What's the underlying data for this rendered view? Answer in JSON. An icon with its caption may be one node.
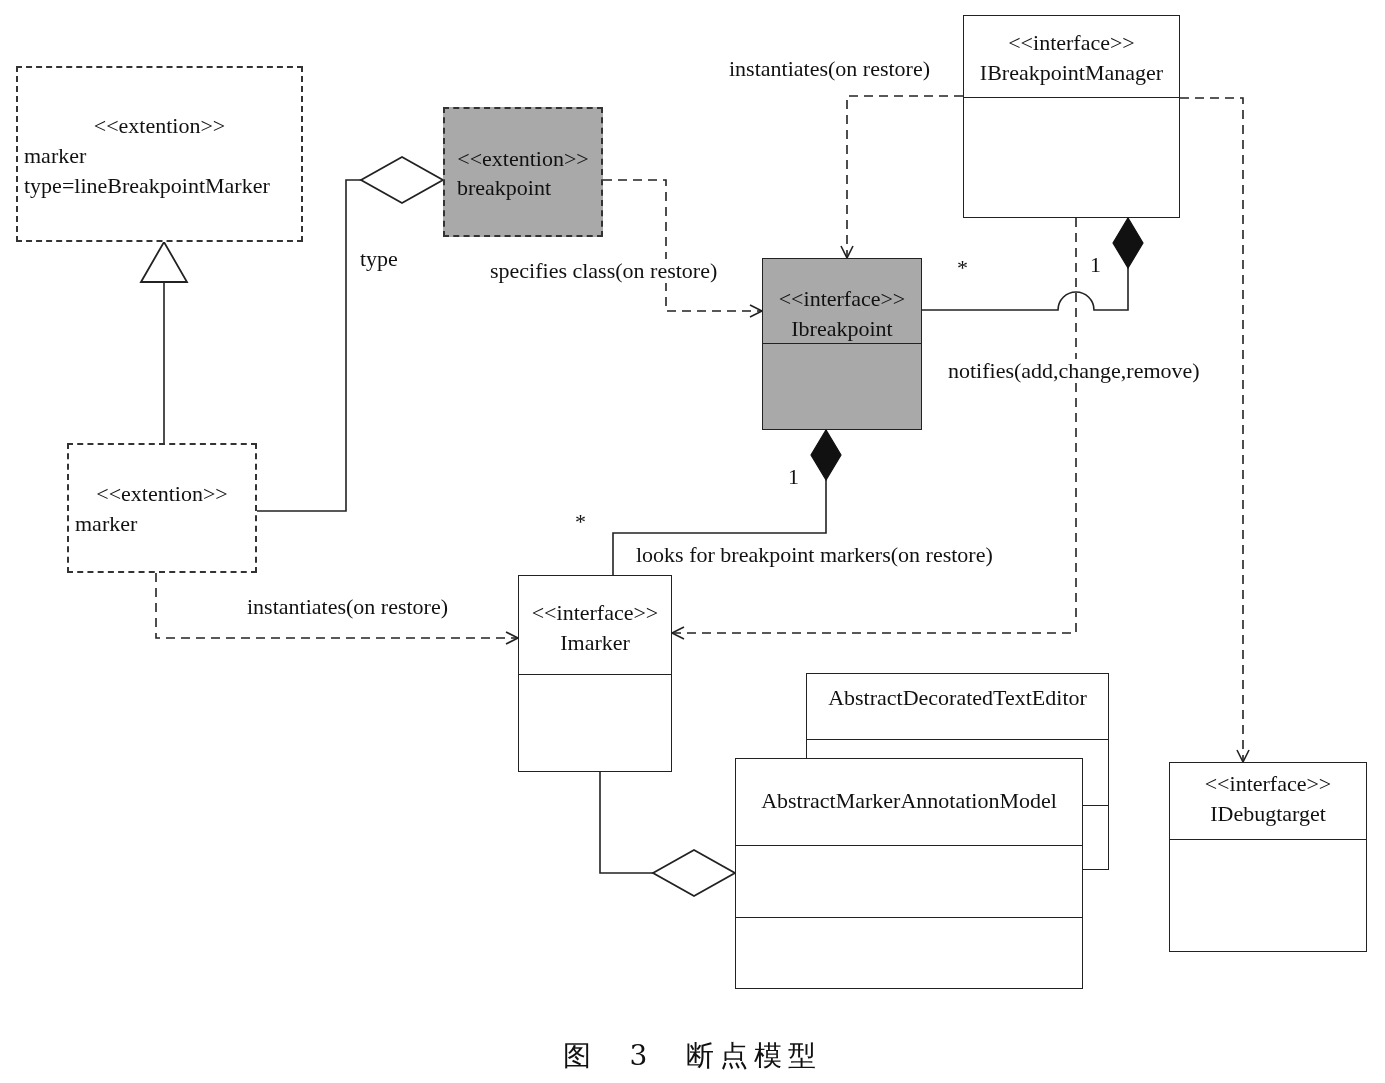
{
  "diagram": {
    "caption": "图 3 断点模型",
    "nodes": [
      {
        "text": [
          "<<extention>>",
          "marker",
          "type=lineBreakpointMarker"
        ]
      },
      {
        "text": [
          "<<extention>>",
          "breakpoint"
        ]
      },
      {
        "text": [
          "<<interface>>",
          "IBreakpointManager"
        ]
      },
      {
        "text": [
          "<<interface>>",
          "Ibreakpoint"
        ]
      },
      {
        "text": [
          "<<extention>>",
          "marker"
        ]
      },
      {
        "text": [
          "<<interface>>",
          "Imarker"
        ]
      },
      {
        "text": [
          "AbstractDecoratedTextEditor"
        ]
      },
      {
        "text": [
          "AbstractMarkerAnnotationModel"
        ]
      },
      {
        "text": [
          "<<interface>>",
          "IDebugtarget"
        ]
      }
    ],
    "edges": [
      {
        "from": 4,
        "to": 0,
        "arrow": "to"
      },
      {
        "from": 4,
        "to": 1,
        "arrow": "other",
        "label": "type"
      },
      {
        "from": 1,
        "to": 3,
        "arrow": "to",
        "style": "dashed",
        "label": "specifies class(on restore)"
      },
      {
        "from": 2,
        "to": 3,
        "arrow": "to",
        "style": "dashed",
        "label": "instantiates(on restore)"
      },
      {
        "from": 3,
        "to": 2,
        "arrow": "other"
      },
      {
        "from": 2,
        "to": 5,
        "arrow": "to",
        "style": "dashed",
        "label": "notifies(add,change,remove)"
      },
      {
        "from": 2,
        "to": 8,
        "arrow": "to",
        "style": "dashed"
      },
      {
        "from": 5,
        "to": 3,
        "arrow": "other",
        "label": "looks for breakpoint markers(on restore)"
      },
      {
        "from": 4,
        "to": 5,
        "arrow": "to",
        "style": "dashed",
        "label": "instantiates(on restore)"
      },
      {
        "from": 5,
        "to": 7,
        "arrow": "other"
      }
    ],
    "labels": [
      "*",
      "1",
      "1",
      "*"
    ]
  }
}
